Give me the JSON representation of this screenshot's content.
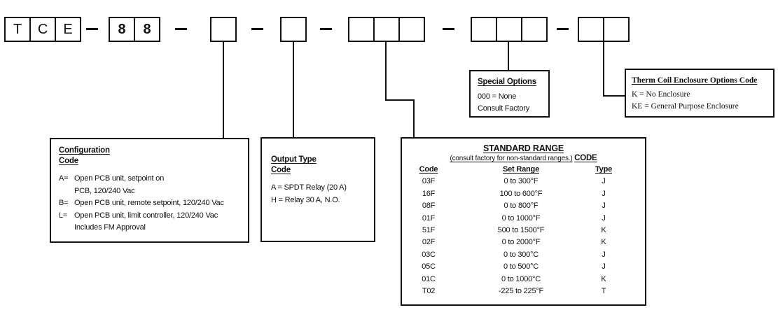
{
  "part_number": {
    "prefix_cells": [
      "T",
      "C",
      "E"
    ],
    "series_cells": [
      "8",
      "8"
    ]
  },
  "configuration": {
    "title": "Configuration",
    "subtitle": "Code",
    "items": [
      {
        "code": "A=",
        "line1": "Open PCB unit, setpoint on",
        "line2": "PCB, 120/240 Vac"
      },
      {
        "code": "B=",
        "line1": "Open PCB unit, remote setpoint, 120/240 Vac"
      },
      {
        "code": "L=",
        "line1": "Open PCB unit, limit controller, 120/240 Vac",
        "line2": "Includes FM Approval"
      }
    ]
  },
  "output_type": {
    "title": "Output Type",
    "subtitle": "Code",
    "items": [
      "A = SPDT Relay (20 A)",
      "H = Relay 30 A, N.O."
    ]
  },
  "special_options": {
    "title": "Special Options",
    "lines": [
      "000 = None",
      "Consult Factory"
    ]
  },
  "enclosure_options": {
    "title": "Therm Coil Enclosure Options Code",
    "lines": [
      "K = No Enclosure",
      "KE = General Purpose Enclosure"
    ]
  },
  "standard_range": {
    "title": "STANDARD RANGE",
    "subtitle": "(consult factory for non-standard ranges.)",
    "code_label": "CODE",
    "columns": [
      "Code",
      "Set Range",
      "Type"
    ],
    "rows": [
      {
        "code": "03F",
        "range": "0 to 300°F",
        "type": "J"
      },
      {
        "code": "16F",
        "range": "100 to 600°F",
        "type": "J"
      },
      {
        "code": "08F",
        "range": "0 to 800°F",
        "type": "J"
      },
      {
        "code": "01F",
        "range": "0 to 1000°F",
        "type": "J"
      },
      {
        "code": "51F",
        "range": "500 to 1500°F",
        "type": "K"
      },
      {
        "code": "02F",
        "range": "0 to 2000°F",
        "type": "K"
      },
      {
        "code": "03C",
        "range": "0 to 300°C",
        "type": "J"
      },
      {
        "code": "05C",
        "range": "0 to 500°C",
        "type": "J"
      },
      {
        "code": "01C",
        "range": "0 to 1000°C",
        "type": "K"
      },
      {
        "code": "T02",
        "range": "-225 to 225°F",
        "type": "T"
      }
    ]
  }
}
